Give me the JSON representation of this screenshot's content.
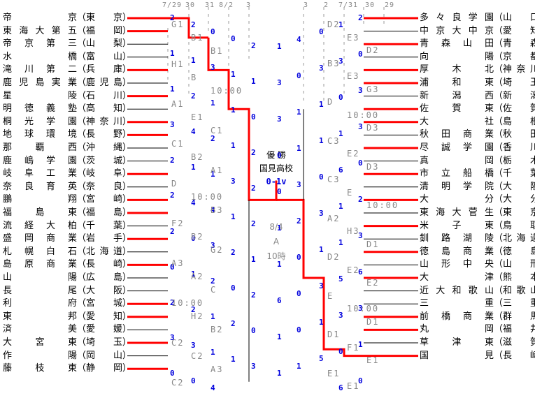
{
  "dates": {
    "left": [
      "7/29",
      "30",
      "31",
      "8/2",
      "3"
    ],
    "right": [
      "3",
      "2",
      "7/31",
      "30",
      "29"
    ]
  },
  "champion": {
    "title": "優 勝",
    "school": "国見高校",
    "final_score": "0-1v",
    "date": "8/4",
    "venue": "A",
    "time": "10時"
  },
  "left_teams": [
    {
      "name": "帝京",
      "pref": "東京"
    },
    {
      "name": "東海大第五",
      "pref": "福岡"
    },
    {
      "name": "帝京第三",
      "pref": "山梨"
    },
    {
      "name": "水橋",
      "pref": "富山"
    },
    {
      "name": "滝川第二",
      "pref": "兵庫"
    },
    {
      "name": "鹿児島実業",
      "pref": "鹿児島"
    },
    {
      "name": "星陵",
      "pref": "石川"
    },
    {
      "name": "明徳義塾",
      "pref": "高知"
    },
    {
      "name": "桐光学園",
      "pref": "神奈川"
    },
    {
      "name": "地球環境",
      "pref": "長野"
    },
    {
      "name": "那覇西",
      "pref": "沖縄"
    },
    {
      "name": "鹿嶋学園",
      "pref": "茨城"
    },
    {
      "name": "岐阜工業",
      "pref": "岐阜"
    },
    {
      "name": "奈良育英",
      "pref": "奈良"
    },
    {
      "name": "鵬翔",
      "pref": "宮崎"
    },
    {
      "name": "福島東",
      "pref": "福島"
    },
    {
      "name": "流経大柏",
      "pref": "千葉"
    },
    {
      "name": "盛岡商業",
      "pref": "岩手"
    },
    {
      "name": "札幌白石",
      "pref": "北海道"
    },
    {
      "name": "島原商業",
      "pref": "長崎"
    },
    {
      "name": "山陽",
      "pref": "広島"
    },
    {
      "name": "長尾",
      "pref": "大阪"
    },
    {
      "name": "利府",
      "pref": "宮城"
    },
    {
      "name": "東邦",
      "pref": "愛知"
    },
    {
      "name": "済美",
      "pref": "愛媛"
    },
    {
      "name": "大宮東",
      "pref": "埼玉"
    },
    {
      "name": "作陽",
      "pref": "岡山"
    },
    {
      "name": "藤枝東",
      "pref": "静岡"
    }
  ],
  "right_teams": [
    {
      "name": "多々良学園",
      "pref": "山口"
    },
    {
      "name": "中京大中京",
      "pref": "愛知"
    },
    {
      "name": "青森山田",
      "pref": "青森"
    },
    {
      "name": "向陽",
      "pref": "京都"
    },
    {
      "name": "厚木北",
      "pref": "神奈川"
    },
    {
      "name": "浦和東",
      "pref": "埼玉"
    },
    {
      "name": "新潟西",
      "pref": "新潟"
    },
    {
      "name": "佐賀東",
      "pref": "佐賀"
    },
    {
      "name": "大社",
      "pref": "島根"
    },
    {
      "name": "秋田商業",
      "pref": "秋田"
    },
    {
      "name": "尽誠学園",
      "pref": "香川"
    },
    {
      "name": "真岡",
      "pref": "栃木"
    },
    {
      "name": "市立船橋",
      "pref": "千葉"
    },
    {
      "name": "清明学院",
      "pref": "大阪"
    },
    {
      "name": "大分",
      "pref": "大分"
    },
    {
      "name": "東海大菅生",
      "pref": "東京"
    },
    {
      "name": "米子東",
      "pref": "鳥取"
    },
    {
      "name": "釧路湖陵",
      "pref": "北海道"
    },
    {
      "name": "徳島商業",
      "pref": "徳島"
    },
    {
      "name": "山形中央",
      "pref": "山形"
    },
    {
      "name": "大津",
      "pref": "熊本"
    },
    {
      "name": "近大和歌山",
      "pref": "和歌山"
    },
    {
      "name": "三重",
      "pref": "三重"
    },
    {
      "name": "前橋商業",
      "pref": "群馬"
    },
    {
      "name": "丸岡",
      "pref": "福井"
    },
    {
      "name": "草津東",
      "pref": "滋賀"
    },
    {
      "name": "国見",
      "pref": "長崎"
    }
  ],
  "venue_labels_left": [
    "G1",
    "B1",
    "B1",
    "H1",
    "B",
    "10:00",
    "A1",
    "E1",
    "C1",
    "C1",
    "B2",
    "A1",
    "D",
    "10:00",
    "B3",
    "F2",
    "B2",
    "G2",
    "A3",
    "A2",
    "C",
    "10:00",
    "H2",
    "B2",
    "C2",
    "C2",
    "A3",
    "C2"
  ],
  "venue_labels_right": [
    "D2",
    "E3",
    "D2",
    "B3",
    "E3",
    "G3",
    "D",
    "10:00",
    "D3",
    "C3",
    "E2",
    "D3",
    "C3",
    "E",
    "10:00",
    "A2",
    "H3",
    "D1",
    "D2",
    "E2",
    "E2",
    "E",
    "10:00",
    "D1",
    "D1",
    "F1",
    "E1",
    "E1",
    "E1"
  ],
  "scores_left": [
    "2",
    "2",
    "0",
    "0",
    "2",
    "1",
    "1",
    "3",
    "1",
    "1",
    "1",
    "2",
    "1",
    "1",
    "0",
    "3",
    "4",
    "2",
    "1",
    "2",
    "2",
    "1",
    "1",
    "3",
    "2",
    "2",
    "4",
    "4",
    "1",
    "2",
    "2",
    "0",
    "3",
    "2",
    "1",
    "0",
    "1",
    "2",
    "0",
    "2",
    "2",
    "2",
    "1",
    "2",
    "0",
    "3",
    "3",
    "1",
    "1",
    "3",
    "0",
    "0",
    "4"
  ],
  "scores_right": [
    "2",
    "1",
    "0",
    "4",
    "1",
    "0",
    "3",
    "3",
    "0",
    "3",
    "3",
    "0",
    "1",
    "1",
    "3",
    "3",
    "1",
    "1",
    "1",
    "0",
    "0",
    "6",
    "0",
    "3",
    "0",
    "2",
    "1",
    "3",
    "2",
    "1",
    "3",
    "1",
    "1",
    "0",
    "1",
    "6",
    "5",
    "3",
    "0",
    "6",
    "3",
    "3",
    "1",
    "0",
    "1",
    "1",
    "0",
    "5",
    "1",
    "1",
    "0",
    "6"
  ],
  "colors": {
    "winner_line": "#ff0000",
    "loser_line": "#000000",
    "score": "#0000dd",
    "label": "#888888"
  }
}
